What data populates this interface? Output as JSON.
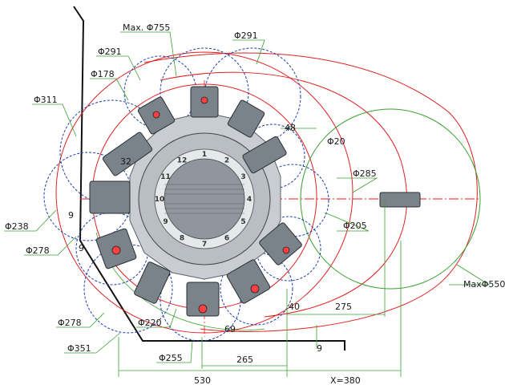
{
  "labels": {
    "max755": "Max. Φ755",
    "d291_top": "Φ291",
    "d291_left": "Φ291",
    "d178": "Φ178",
    "d311": "Φ311",
    "d48": "48",
    "d20": "Φ20",
    "d285": "Φ285",
    "d32": "32",
    "d9_left": "9",
    "d9_mid": "9",
    "d238": "Φ238",
    "d278_left": "Φ278",
    "d205": "Φ205",
    "maxd550": "MaxΦ550",
    "d40": "40",
    "d275": "275",
    "d278_bottom": "Φ278",
    "d220": "Φ220",
    "d69": "69",
    "d351": "Φ351",
    "d255": "Φ255",
    "d265": "265",
    "d9_bottom": "9",
    "d530": "530",
    "dx380": "X=380"
  },
  "turret_numbers": [
    "1",
    "2",
    "3",
    "4",
    "5",
    "6",
    "7",
    "8",
    "9",
    "10",
    "11",
    "12"
  ],
  "colors": {
    "red": "#e02020",
    "blue": "#1f3fa8",
    "green": "#3aa030",
    "black": "#111111",
    "body_gray": "#c9cdd2",
    "dark_gray": "#5b636b"
  }
}
